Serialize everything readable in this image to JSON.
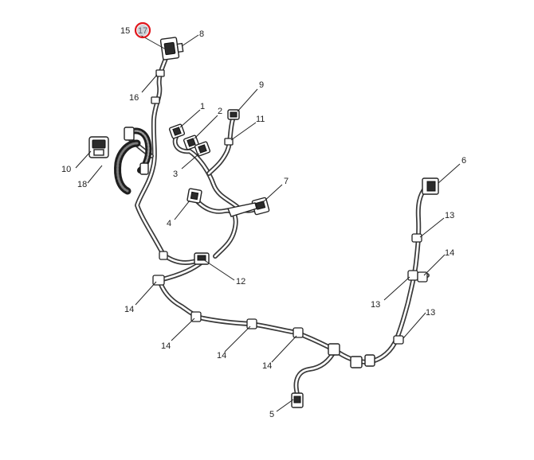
{
  "diagram": {
    "callouts": [
      {
        "id": "c15",
        "text": "15"
      },
      {
        "id": "c17",
        "text": "17"
      },
      {
        "id": "c8",
        "text": "8"
      },
      {
        "id": "c16",
        "text": "16"
      },
      {
        "id": "c9",
        "text": "9"
      },
      {
        "id": "c1",
        "text": "1"
      },
      {
        "id": "c2",
        "text": "2"
      },
      {
        "id": "c11",
        "text": "11"
      },
      {
        "id": "c10",
        "text": "10"
      },
      {
        "id": "c18",
        "text": "18"
      },
      {
        "id": "c3",
        "text": "3"
      },
      {
        "id": "c7",
        "text": "7"
      },
      {
        "id": "c4",
        "text": "4"
      },
      {
        "id": "c6",
        "text": "6"
      },
      {
        "id": "c13a",
        "text": "13"
      },
      {
        "id": "c14a",
        "text": "14"
      },
      {
        "id": "c12",
        "text": "12"
      },
      {
        "id": "c13b",
        "text": "13"
      },
      {
        "id": "c14b",
        "text": "14"
      },
      {
        "id": "c13c",
        "text": "13"
      },
      {
        "id": "c14c",
        "text": "14"
      },
      {
        "id": "c14d",
        "text": "14"
      },
      {
        "id": "c14e",
        "text": "14"
      },
      {
        "id": "c5",
        "text": "5"
      }
    ],
    "highlight": {
      "label": "17",
      "ring_color": "#e0161c",
      "fill_color": "#cfd3d8"
    },
    "colors": {
      "wire": "#3a3a3a",
      "line": "#222222",
      "background": "#ffffff"
    }
  }
}
